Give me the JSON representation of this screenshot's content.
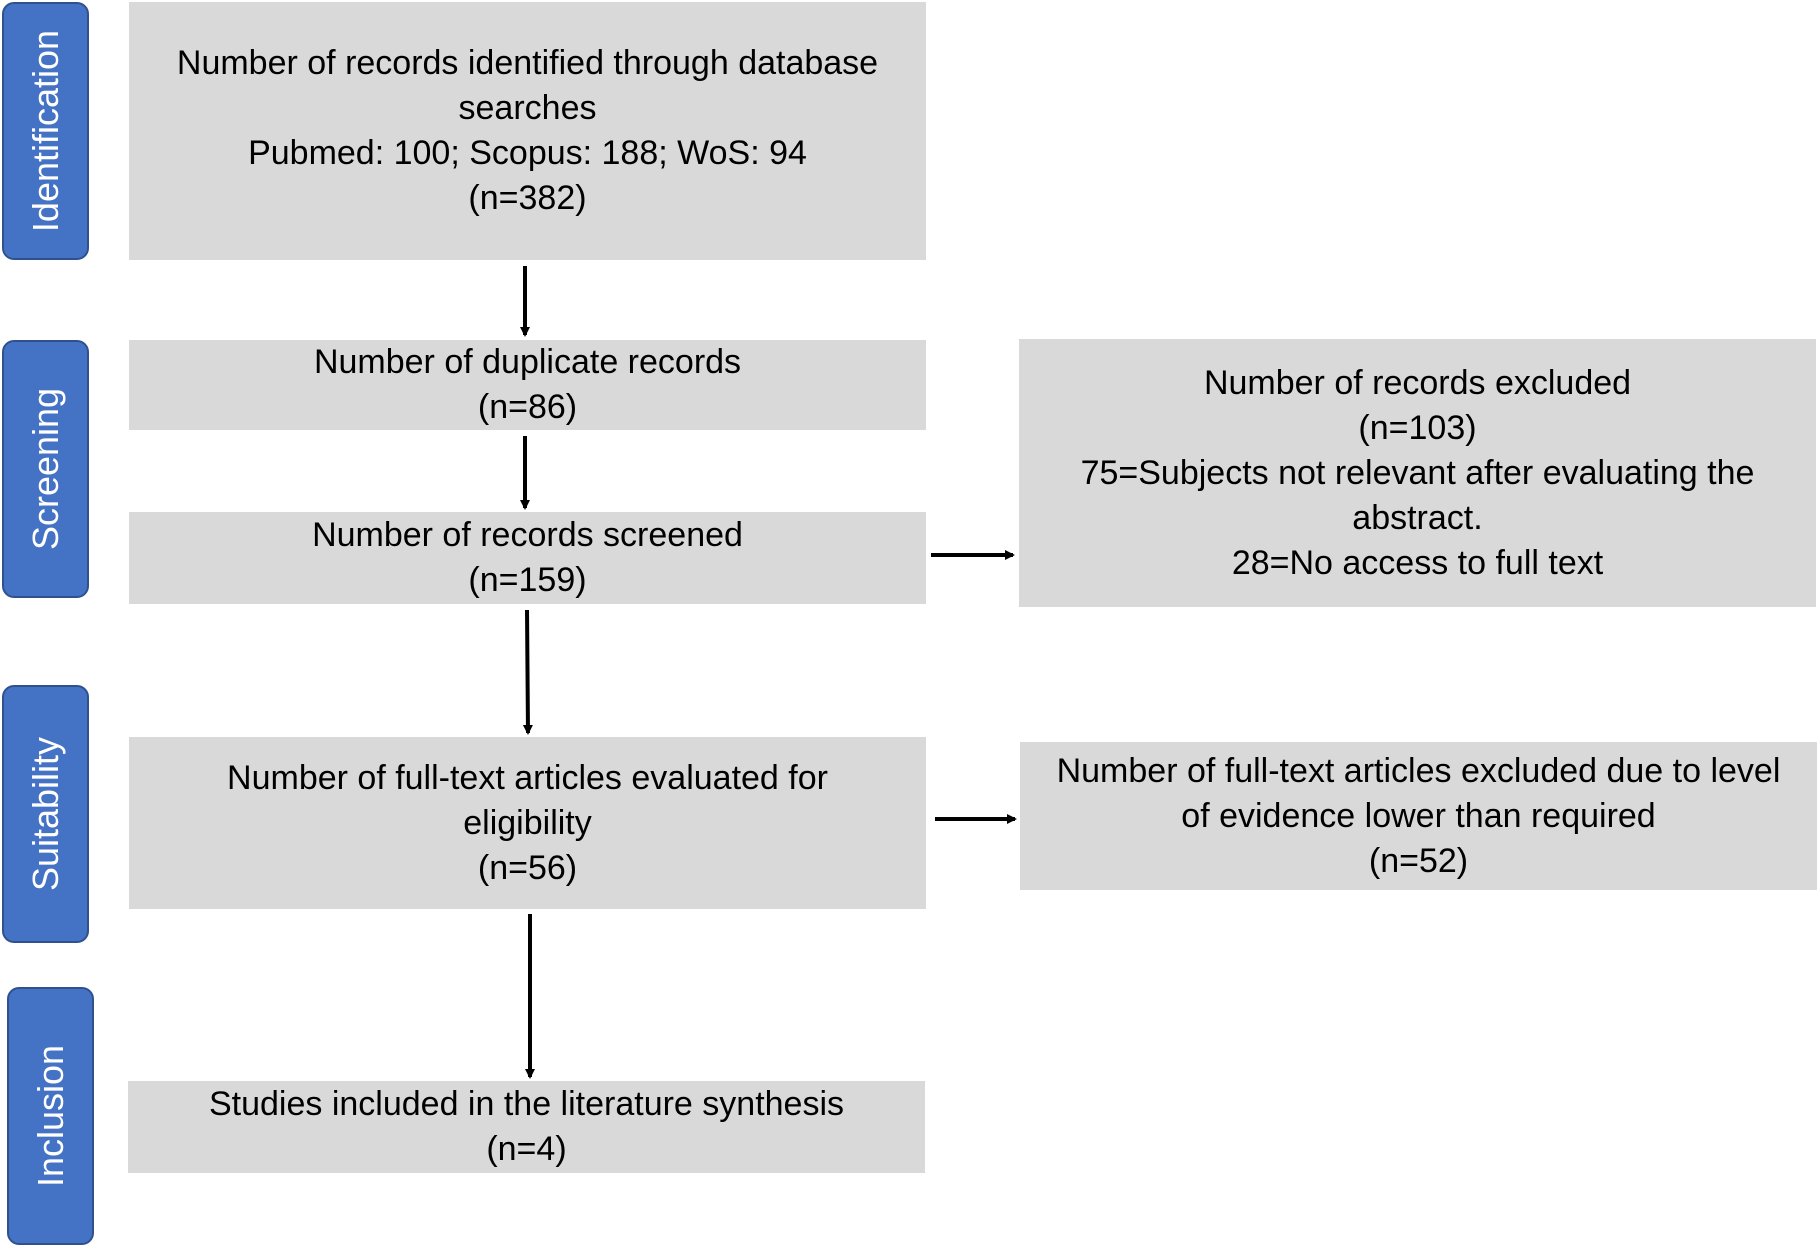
{
  "phases": {
    "identification": "Identification",
    "screening": "Screening",
    "suitability": "Suitability",
    "inclusion": "Inclusion"
  },
  "boxes": {
    "identified": {
      "line1": "Number of records identified through database",
      "line2": "searches",
      "line3": "Pubmed: 100; Scopus: 188; WoS: 94",
      "line4": "(n=382)"
    },
    "duplicates": {
      "line1": "Number of duplicate records",
      "line2": "(n=86)"
    },
    "screened": {
      "line1": "Number of records screened",
      "line2": "(n=159)"
    },
    "excluded": {
      "line1": "Number of records excluded",
      "line2": "(n=103)",
      "line3": "75=Subjects not relevant after evaluating the",
      "line4": "abstract.",
      "line5": "28=No access to full text"
    },
    "fulltext": {
      "line1": "Number of full-text articles evaluated for",
      "line2": "eligibility",
      "line3": "(n=56)"
    },
    "fulltext_excluded": {
      "line1": "Number of full-text articles excluded due to level",
      "line2": "of evidence lower than required",
      "line3": "(n=52)"
    },
    "included": {
      "line1": "Studies included in the literature synthesis",
      "line2": "(n=4)"
    }
  },
  "colors": {
    "phase_fill": "#4472c4",
    "phase_border": "#2f528f",
    "box_fill": "#d9d9d9",
    "arrow": "#000000"
  }
}
